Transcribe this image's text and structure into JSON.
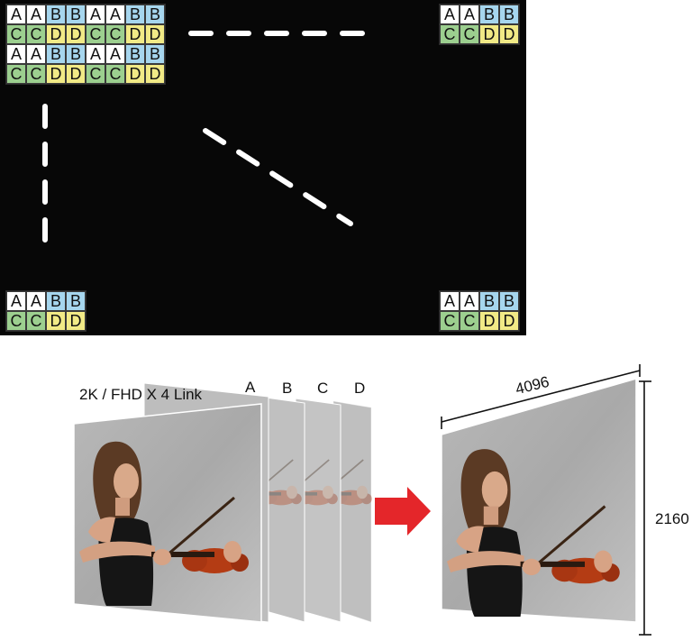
{
  "colors": {
    "panel_bg": "#070707",
    "A": "#ffffff",
    "B": "#a6d6ee",
    "C": "#9ccf8f",
    "D": "#f1ea86",
    "arrow": "#e4262a",
    "dash": "#ffffff"
  },
  "corner_grids": {
    "big": [
      [
        "A",
        "A",
        "B",
        "B",
        "A",
        "A",
        "B",
        "B"
      ],
      [
        "C",
        "C",
        "D",
        "D",
        "C",
        "C",
        "D",
        "D"
      ],
      [
        "A",
        "A",
        "B",
        "B",
        "A",
        "A",
        "B",
        "B"
      ],
      [
        "C",
        "C",
        "D",
        "D",
        "C",
        "C",
        "D",
        "D"
      ]
    ],
    "small": [
      [
        "A",
        "A",
        "B",
        "B"
      ],
      [
        "C",
        "C",
        "D",
        "D"
      ]
    ]
  },
  "bottom": {
    "title": "2K / FHD X 4 Link",
    "links": [
      "A",
      "B",
      "C",
      "D"
    ],
    "width_label": "4096",
    "height_label": "2160",
    "photo_subject": "woman playing violin"
  }
}
